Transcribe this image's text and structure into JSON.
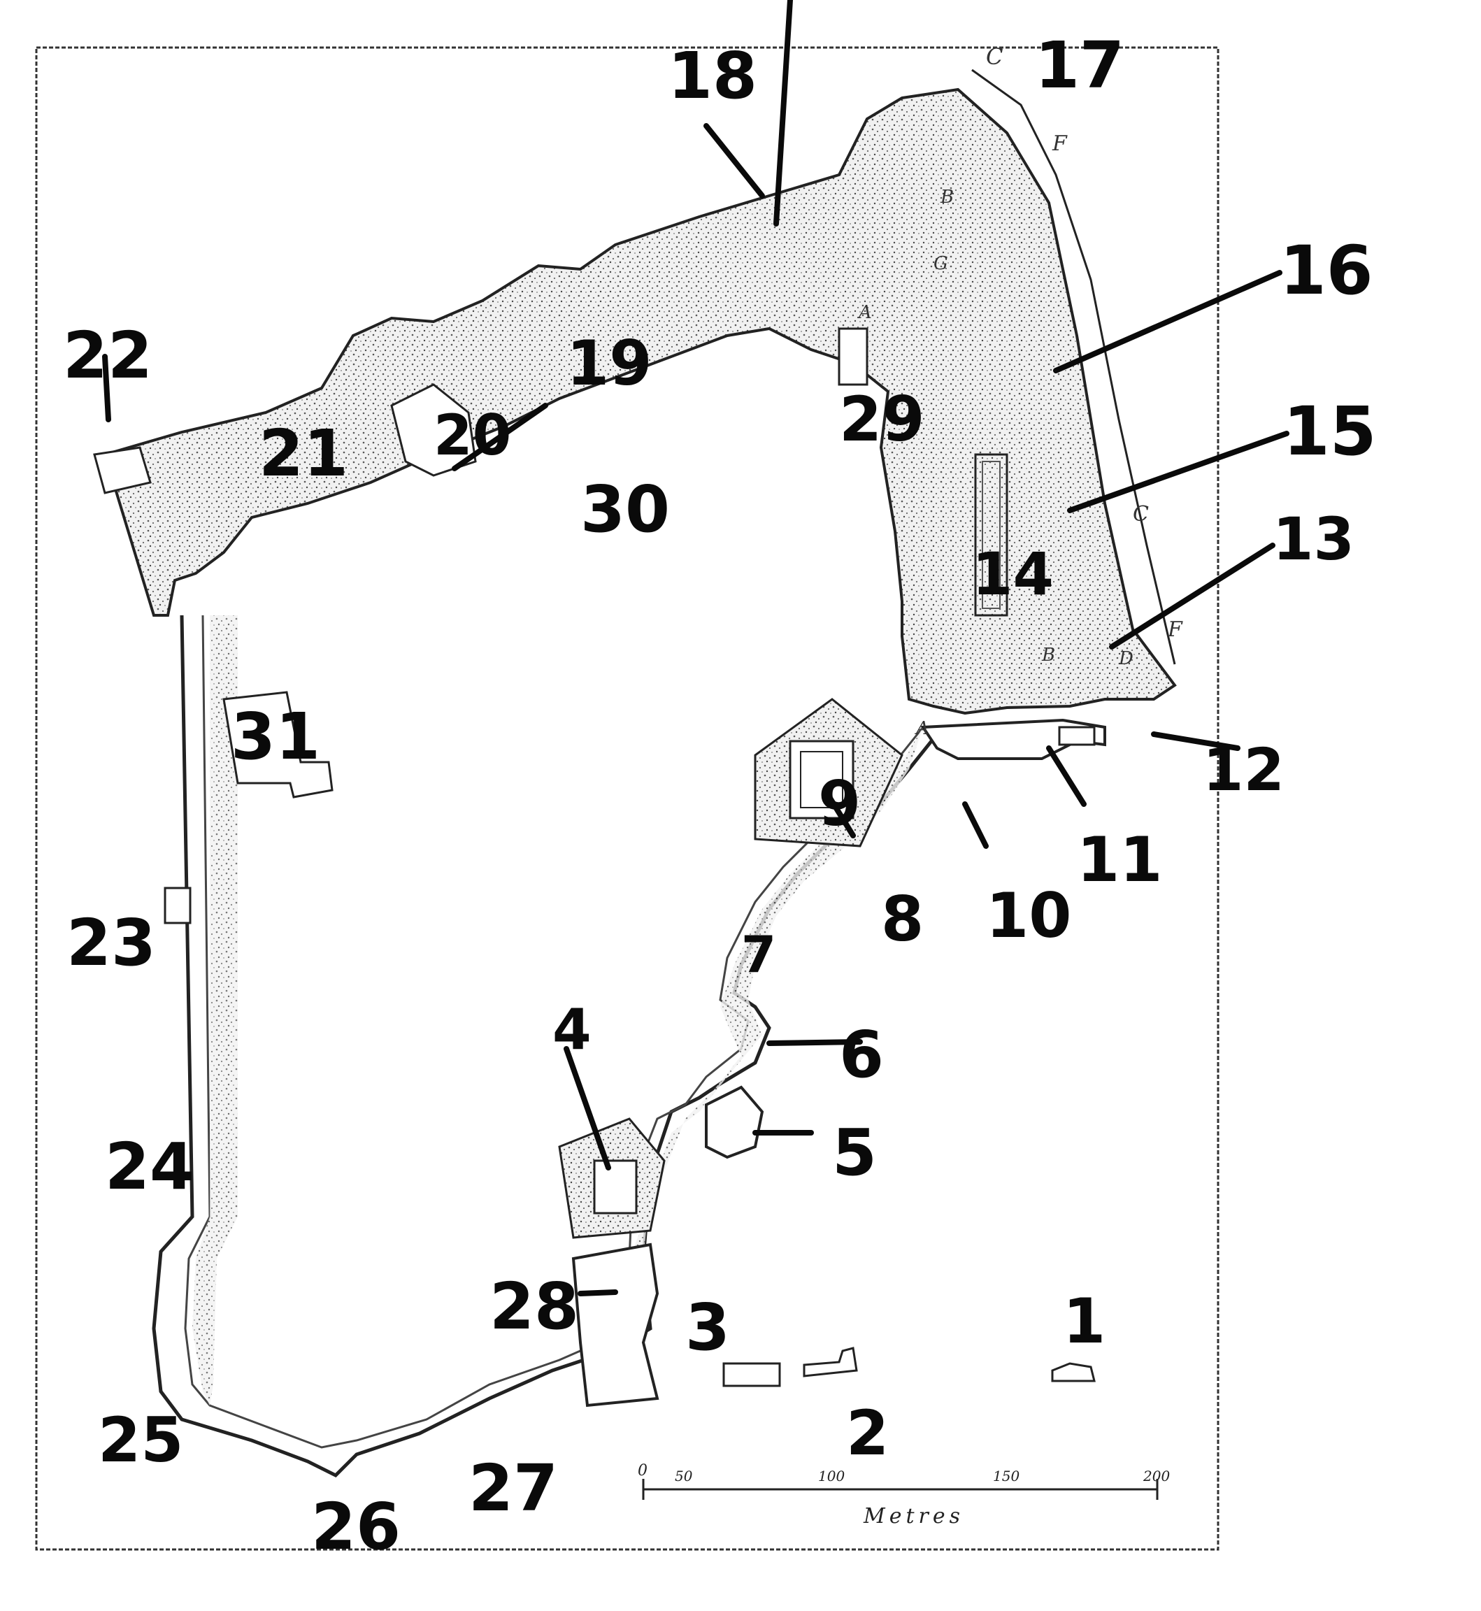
{
  "map": {
    "callouts": [
      {
        "id": "1",
        "text": "1"
      },
      {
        "id": "2",
        "text": "2"
      },
      {
        "id": "3",
        "text": "3"
      },
      {
        "id": "4",
        "text": "4"
      },
      {
        "id": "5",
        "text": "5"
      },
      {
        "id": "6",
        "text": "6"
      },
      {
        "id": "7",
        "text": "7"
      },
      {
        "id": "8",
        "text": "8"
      },
      {
        "id": "9",
        "text": "9"
      },
      {
        "id": "10",
        "text": "10"
      },
      {
        "id": "11",
        "text": "11"
      },
      {
        "id": "12",
        "text": "12"
      },
      {
        "id": "13",
        "text": "13"
      },
      {
        "id": "14",
        "text": "14"
      },
      {
        "id": "15",
        "text": "15"
      },
      {
        "id": "16",
        "text": "16"
      },
      {
        "id": "17",
        "text": "17"
      },
      {
        "id": "18",
        "text": "18"
      },
      {
        "id": "19",
        "text": "19"
      },
      {
        "id": "20",
        "text": "20"
      },
      {
        "id": "21",
        "text": "21"
      },
      {
        "id": "22",
        "text": "22"
      },
      {
        "id": "23",
        "text": "23"
      },
      {
        "id": "24",
        "text": "24"
      },
      {
        "id": "25",
        "text": "25"
      },
      {
        "id": "26",
        "text": "26"
      },
      {
        "id": "27",
        "text": "27"
      },
      {
        "id": "28",
        "text": "28"
      },
      {
        "id": "29",
        "text": "29"
      },
      {
        "id": "30",
        "text": "30"
      },
      {
        "id": "31",
        "text": "31"
      }
    ],
    "plan_letters": [
      "C",
      "F",
      "C",
      "F",
      "B",
      "G",
      "A",
      "A",
      "D",
      "B"
    ],
    "scale_bar": {
      "ticks": [
        "0",
        "50",
        "100",
        "150",
        "200"
      ],
      "unit": "Metres"
    }
  }
}
